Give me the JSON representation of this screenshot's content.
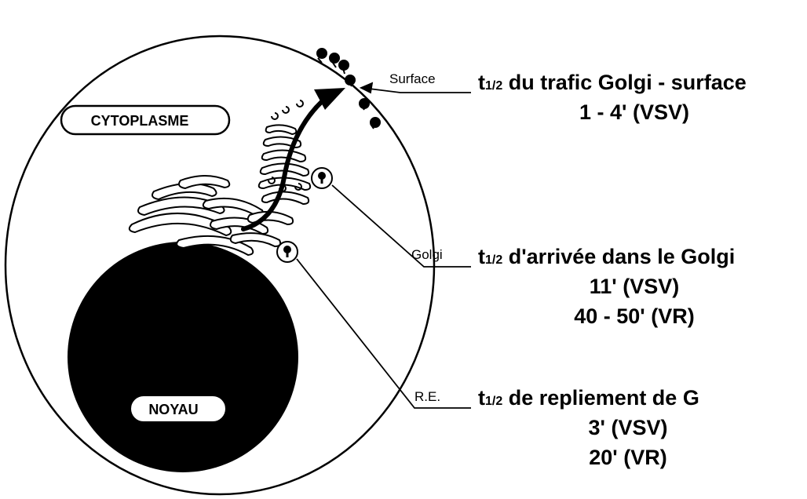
{
  "labels": {
    "cytoplasm": "CYTOPLASME",
    "nucleus": "NOYAU",
    "surface": "Surface",
    "golgi": "Golgi",
    "er": "R.E."
  },
  "surface_info": {
    "t_symbol": "t",
    "t_subscript": "1/2",
    "heading": " du trafic Golgi - surface",
    "line1": "1 - 4'  (VSV)"
  },
  "golgi_info": {
    "t_symbol": "t",
    "t_subscript": "1/2",
    "heading": " d'arrivée dans le Golgi",
    "line1": "11'  (VSV)",
    "line2": "40 - 50' (VR)"
  },
  "er_info": {
    "t_symbol": "t",
    "t_subscript": "1/2",
    "heading": " de repliement de G",
    "line1": "3'  (VSV)",
    "line2": "20'  (VR)"
  },
  "colors": {
    "stroke": "#000000",
    "nucleus_fill": "#000000",
    "background": "#ffffff"
  }
}
